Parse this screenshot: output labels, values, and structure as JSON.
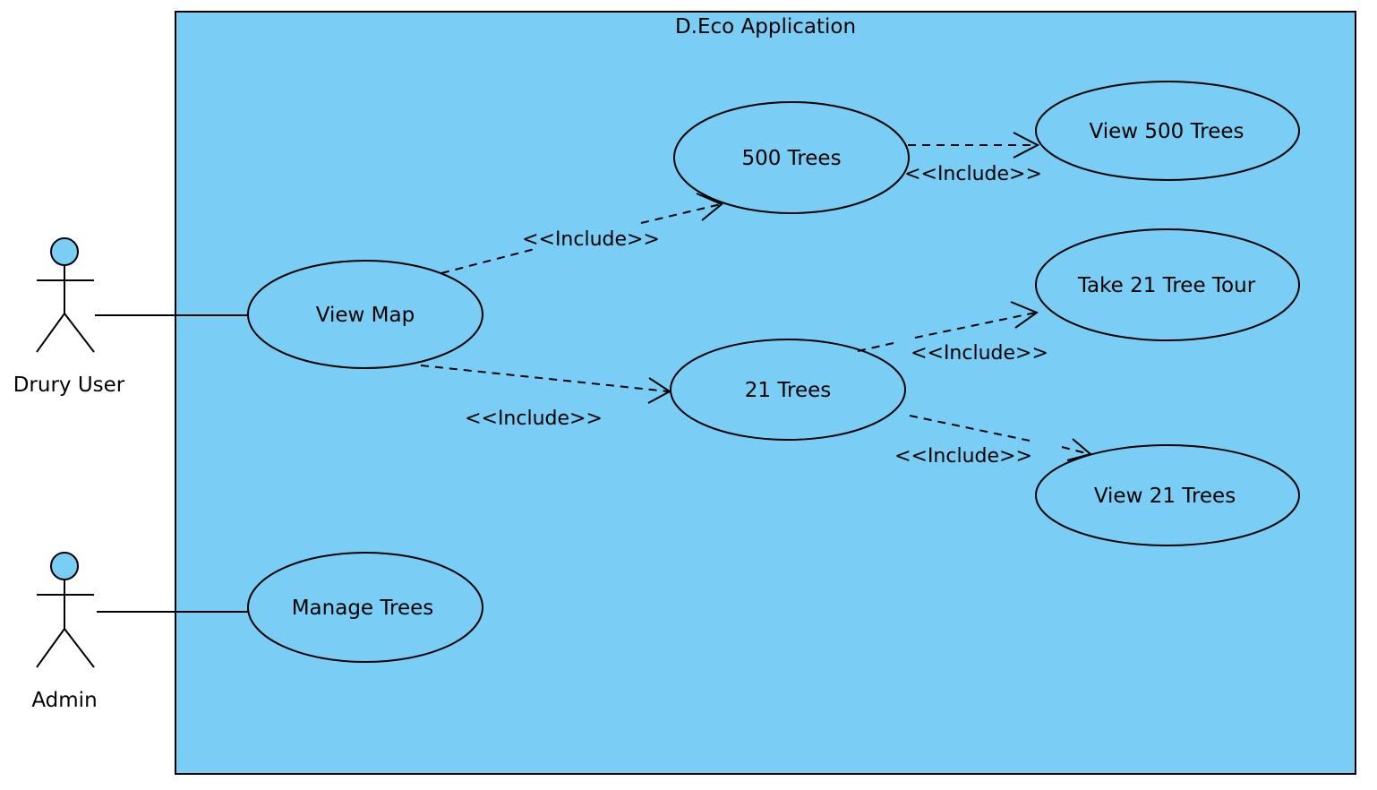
{
  "colors": {
    "fill": "#7ACDF4",
    "stroke": "#000000",
    "background": "#FFFFFF"
  },
  "system": {
    "title": "D.Eco Application"
  },
  "actors": {
    "drury_user": "Drury User",
    "admin": "Admin"
  },
  "use_cases": {
    "view_map": "View Map",
    "manage_trees": "Manage Trees",
    "trees_500": "500 Trees",
    "trees_21": "21 Trees",
    "view_500": "View 500 Trees",
    "tour_21": "Take 21 Tree Tour",
    "view_21": "View 21 Trees"
  },
  "relationships": {
    "map_500": "<<Include>>",
    "map_21": "<<Include>>",
    "t500_view": "<<Include>>",
    "t21_tour": "<<Include>>",
    "t21_view": "<<Include>>"
  }
}
